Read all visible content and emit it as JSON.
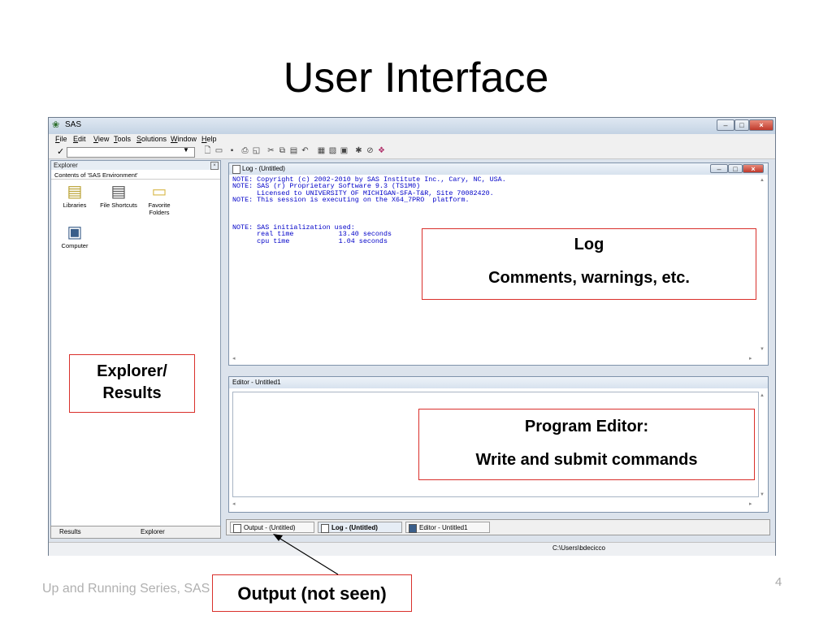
{
  "slide": {
    "title": "User Interface",
    "footer": "Up and Running Series, SAS",
    "page_number": "4"
  },
  "window": {
    "title": "SAS",
    "controls": [
      "minimize",
      "maximize",
      "close"
    ]
  },
  "menu": [
    "File",
    "Edit",
    "View",
    "Tools",
    "Solutions",
    "Window",
    "Help"
  ],
  "toolbar": {
    "command_check": "✓",
    "icons": [
      "new-icon",
      "open-icon",
      "save-icon",
      "print-icon",
      "print-preview-icon",
      "cut-icon",
      "copy-icon",
      "paste-icon",
      "undo-icon",
      "libraries-icon",
      "file-shortcuts-icon",
      "explorer-icon",
      "run-icon",
      "break-icon",
      "help-icon"
    ]
  },
  "explorer": {
    "header": "Explorer",
    "contents_label": "Contents of 'SAS Environment'",
    "items": [
      {
        "label": "Libraries",
        "icon": "library-icon"
      },
      {
        "label": "File Shortcuts",
        "icon": "file-shortcuts-icon"
      },
      {
        "label": "Favorite Folders",
        "icon": "favorite-folders-icon"
      },
      {
        "label": "Computer",
        "icon": "computer-icon"
      }
    ],
    "tabs": [
      "Results",
      "Explorer"
    ]
  },
  "log": {
    "title": "Log - (Untitled)",
    "lines": [
      "NOTE: Copyright (c) 2002-2010 by SAS Institute Inc., Cary, NC, USA.",
      "NOTE: SAS (r) Proprietary Software 9.3 (TS1M0)",
      "      Licensed to UNIVERSITY OF MICHIGAN-SFA-T&R, Site 70082420.",
      "NOTE: This session is executing on the X64_7PRO  platform.",
      "",
      "",
      "",
      "NOTE: SAS initialization used:",
      "      real time           13.40 seconds",
      "      cpu time            1.04 seconds"
    ]
  },
  "editor": {
    "title": "Editor - Untitled1"
  },
  "task_tabs": [
    {
      "label": "Output - (Untitled)",
      "active": false
    },
    {
      "label": "Log - (Untitled)",
      "active": true
    },
    {
      "label": "Editor - Untitled1",
      "active": false
    }
  ],
  "status": {
    "path": "C:\\Users\\bdecicco"
  },
  "callouts": {
    "log_title": "Log",
    "log_desc": "Comments, warnings, etc.",
    "explorer_line1": "Explorer/",
    "explorer_line2": "Results",
    "editor_title": "Program Editor:",
    "editor_desc": "Write and submit commands",
    "output": "Output (not seen)"
  },
  "colors": {
    "callout_border": "#d9302b",
    "log_text": "#0000c8"
  }
}
